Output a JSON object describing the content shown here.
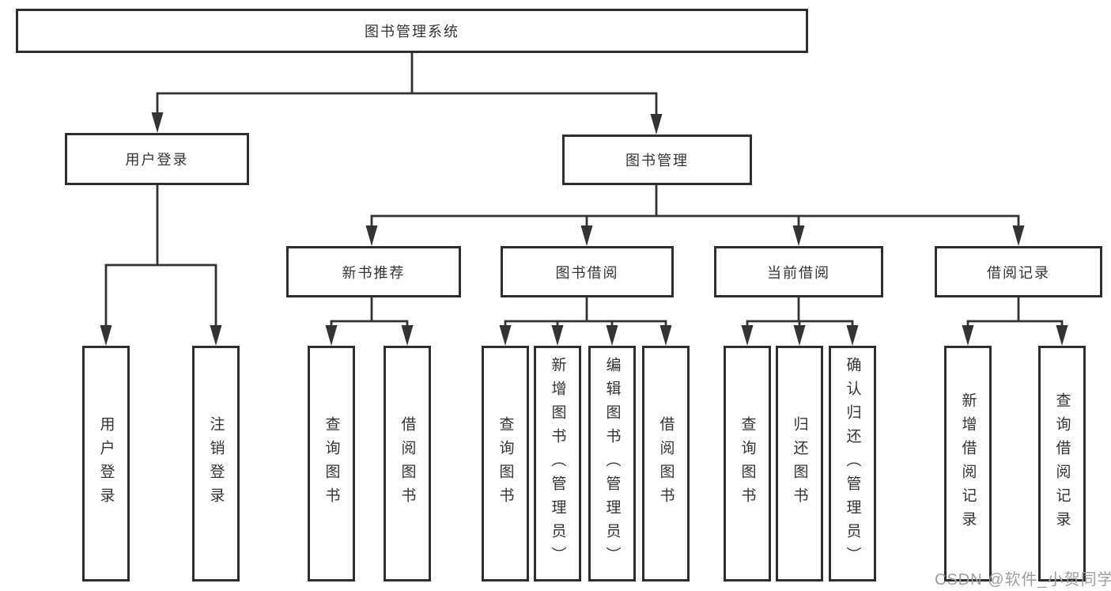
{
  "root": {
    "label": "图书管理系统"
  },
  "level2": {
    "user_login": {
      "label": "用户登录"
    },
    "book_management": {
      "label": "图书管理"
    }
  },
  "level3": {
    "new_book_recommend": {
      "label": "新书推荐"
    },
    "book_borrow": {
      "label": "图书借阅"
    },
    "current_borrow": {
      "label": "当前借阅"
    },
    "borrow_record": {
      "label": "借阅记录"
    }
  },
  "leaves": {
    "user_login": [
      "用户登录",
      "注销登录"
    ],
    "new_book_recommend": [
      "查询图书",
      "借阅图书"
    ],
    "book_borrow": [
      "查询图书",
      "新增图书（管理员）",
      "编辑图书（管理员）",
      "借阅图书"
    ],
    "current_borrow": [
      "查询图书",
      "归还图书",
      "确认归还（管理员）"
    ],
    "borrow_record": [
      "新增借阅记录",
      "查询借阅记录"
    ]
  },
  "watermark": {
    "text": "CSDN @软件_小贺同学"
  },
  "colors": {
    "line": "#333333",
    "box_border": "#2e2e2e",
    "box_fill": "#ffffff",
    "text": "#333333",
    "watermark": "#9e9e9e",
    "background": "#ffffff"
  }
}
